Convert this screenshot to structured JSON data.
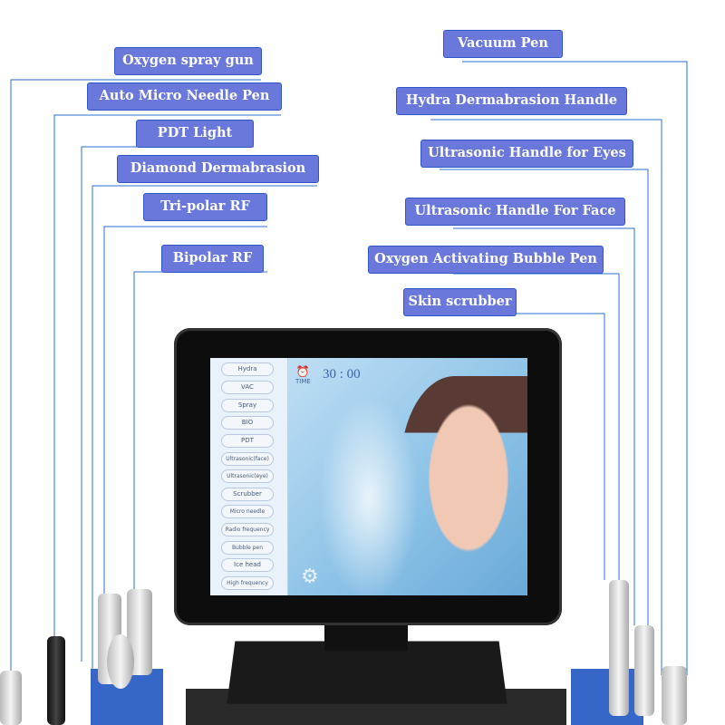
{
  "labels_left": [
    {
      "id": "oxygen-spray-gun",
      "text": "Oxygen spray gun"
    },
    {
      "id": "auto-micro-needle-pen",
      "text": "Auto Micro Needle Pen"
    },
    {
      "id": "pdt-light",
      "text": "PDT Light"
    },
    {
      "id": "diamond-dermabrasion",
      "text": "Diamond Dermabrasion"
    },
    {
      "id": "tri-polar-rf",
      "text": "Tri-polar RF"
    },
    {
      "id": "bipolar-rf",
      "text": "Bipolar RF"
    }
  ],
  "labels_right": [
    {
      "id": "vacuum-pen",
      "text": "Vacuum Pen"
    },
    {
      "id": "hydra-dermabrasion-handle",
      "text": "Hydra Dermabrasion Handle"
    },
    {
      "id": "ultrasonic-handle-eyes",
      "text": "Ultrasonic Handle for Eyes"
    },
    {
      "id": "ultrasonic-handle-face",
      "text": "Ultrasonic Handle For Face"
    },
    {
      "id": "oxygen-activating-bubble-pen",
      "text": "Oxygen Activating Bubble Pen"
    },
    {
      "id": "skin-scrubber",
      "text": "Skin scrubber"
    }
  ],
  "colors": {
    "label_bg": "#6a78dc",
    "label_border": "#2f55c8",
    "leader_line": "#2a6fd0"
  },
  "screen": {
    "menu": [
      "Hydra",
      "VAC",
      "Spray",
      "BIO",
      "PDT",
      "Ultrasonic(face)",
      "Ultrasonic(eye)",
      "Scrubber",
      "Micro needle",
      "Radio frequency",
      "Bubble pen",
      "Ice head",
      "High frequency"
    ],
    "timer_label": "TIME",
    "timer_icon": "alarm-clock-icon",
    "timer_value": "30 : 00",
    "settings_icon": "gear-icon"
  }
}
